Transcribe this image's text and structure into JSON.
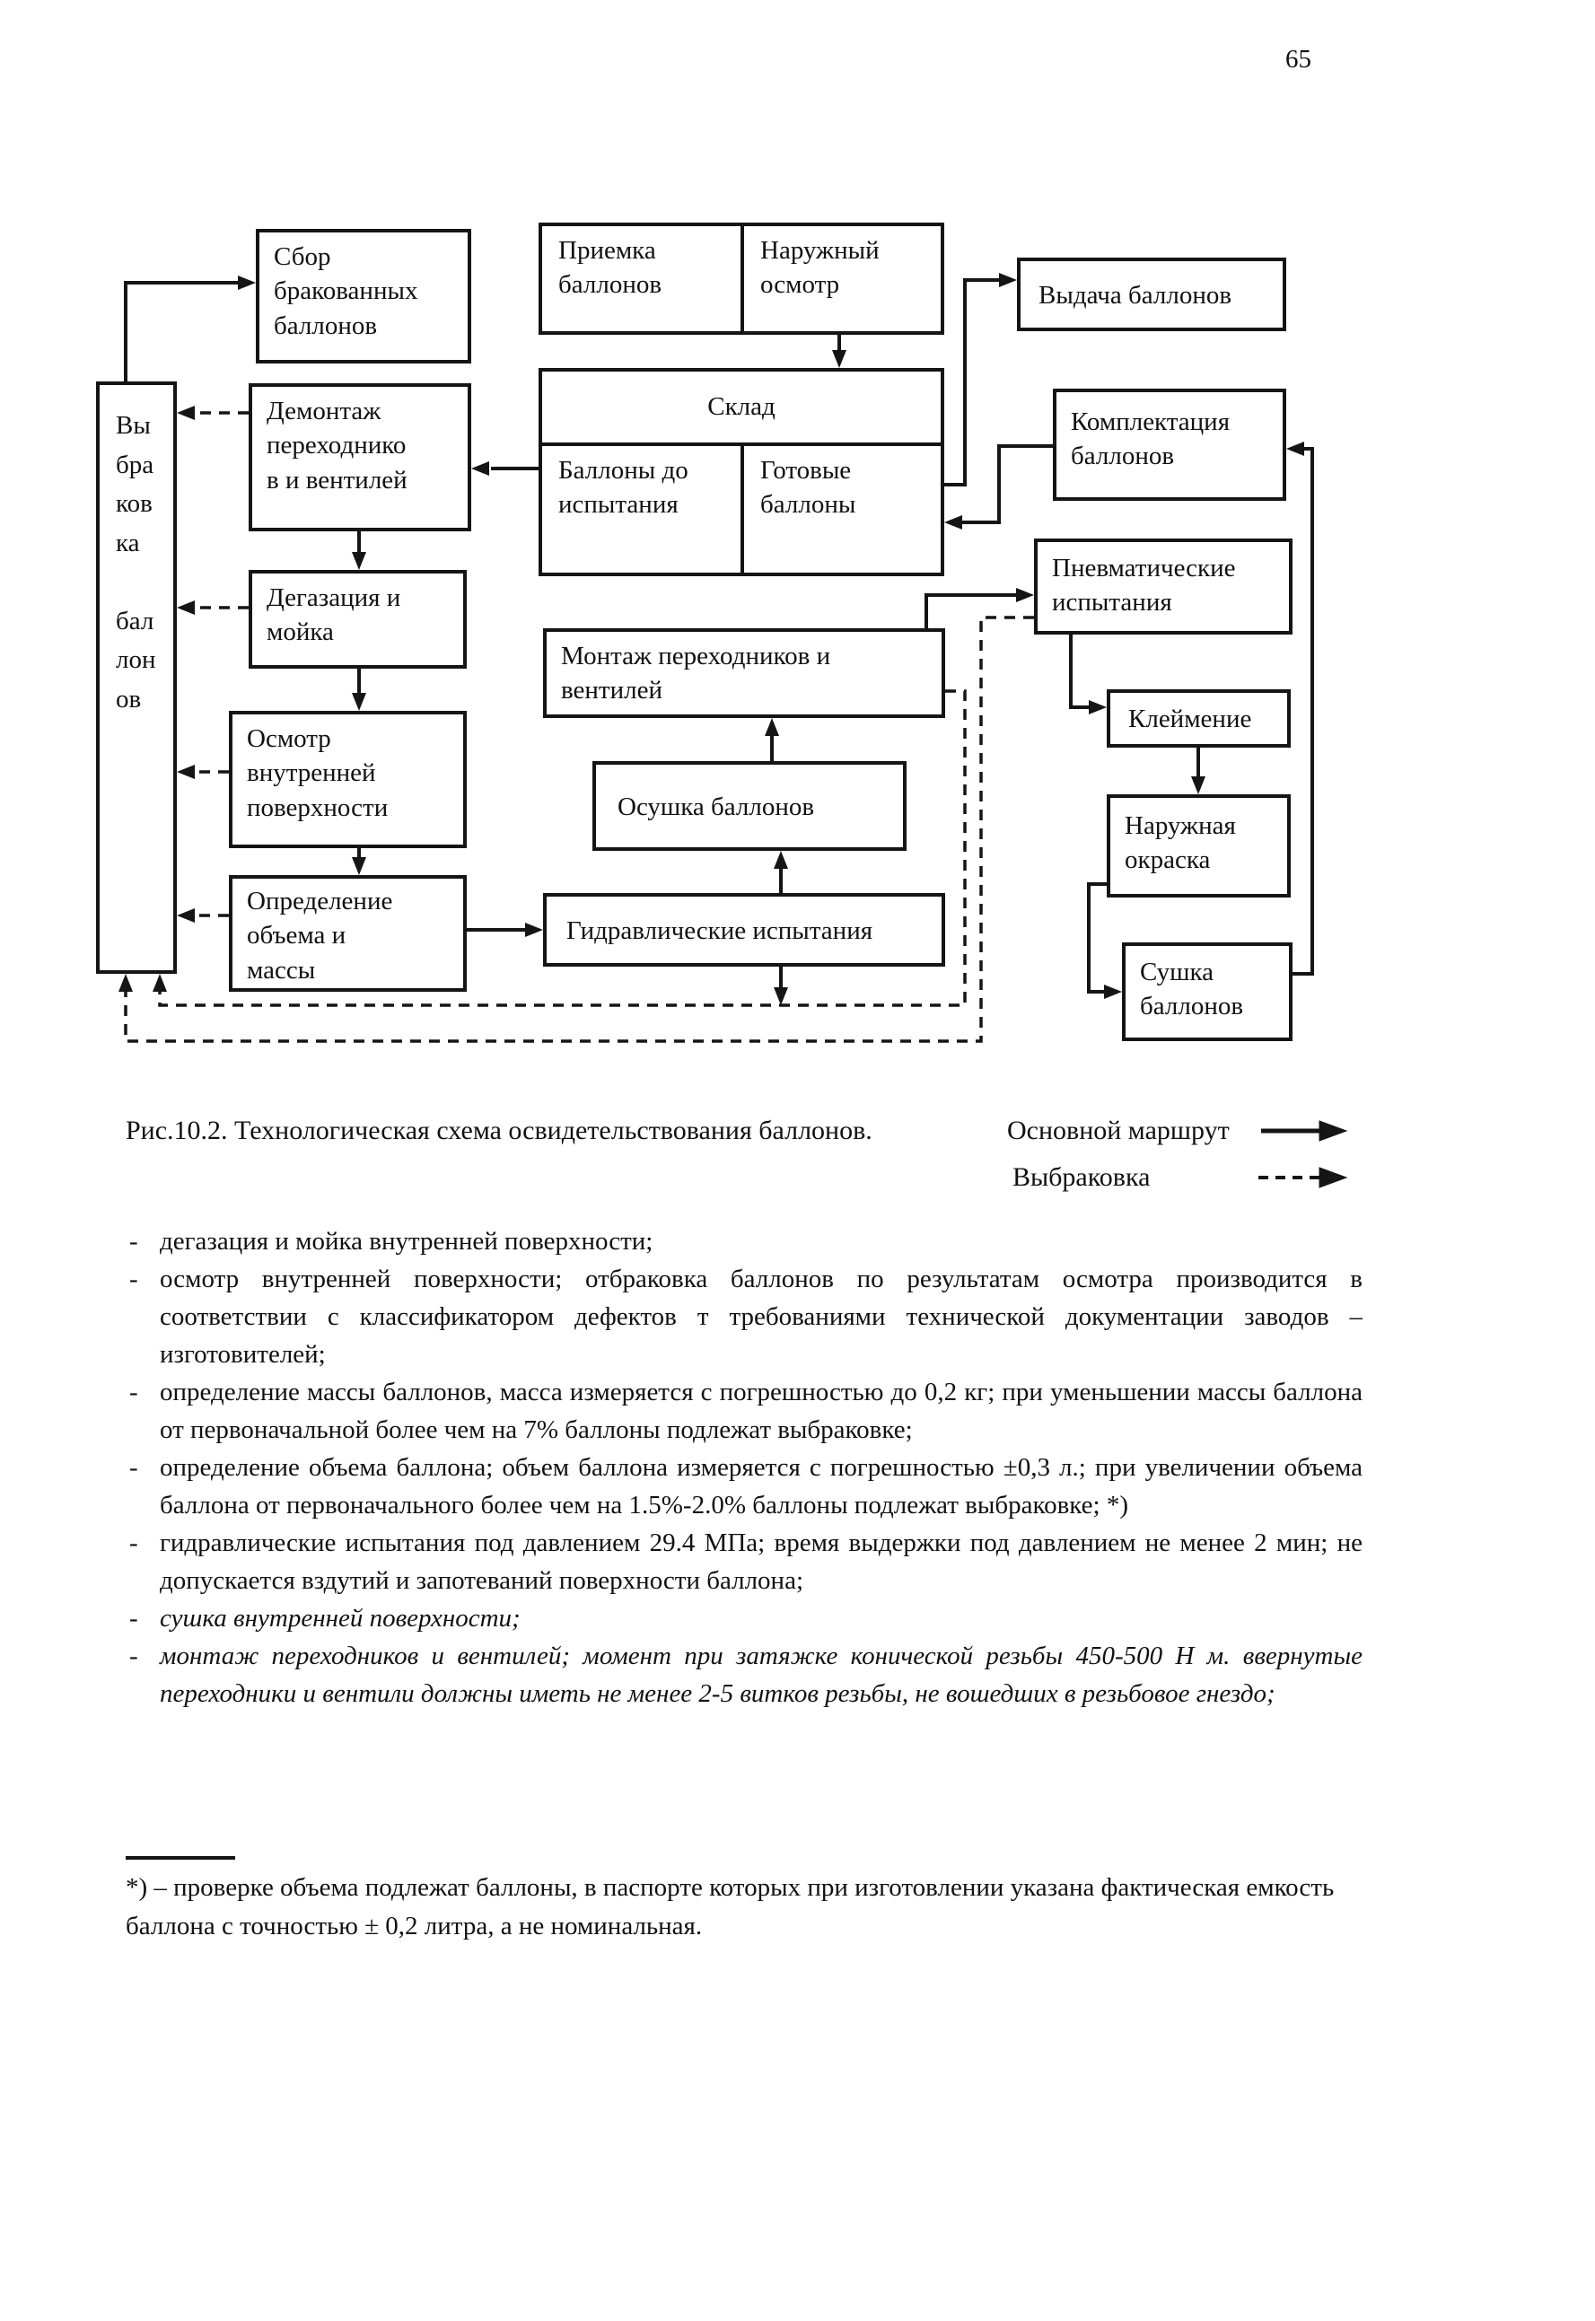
{
  "page": {
    "number": "65"
  },
  "figure": {
    "caption": "Рис.10.2. Технологическая схема освидетельствования баллонов.",
    "legend": {
      "main_route_label": "Основной маршрут",
      "reject_route_label": "Выбраковка"
    },
    "boxes": {
      "sbor": "Сбор\nбракованных\nбаллонов",
      "priemka": "Приемка\nбаллонов",
      "naruzhny_osmotr": "Наружный\nосмотр",
      "vydacha": "Выдача баллонов",
      "vybrakovka": "Вы\nбра\nков\nка\n\nбал\nлон\nов",
      "demontazh": "Демонтаж\nпереходнико\nв и вентилей",
      "sklad": "Склад",
      "sklad_do_ispytaniya": "Баллоны до\nиспытания",
      "sklad_gotovye": "Готовые\nбаллоны",
      "komplektatsiya": "Комплектация\nбаллонов",
      "degazatsiya": "Дегазация и\nмойка",
      "pnevmaticheskie": "Пневматические\nиспытания",
      "montazh": "Монтаж переходников и\nвентилей",
      "kleymenie": "Клеймение",
      "osmotr": "Осмотр\nвнутренней\nповерхности",
      "osushka": "Осушка баллонов",
      "naruzhnaya_okraska": "Наружная\nокраска",
      "opredelenie": "Определение\nобъема и\nмассы",
      "gidravlicheskie": "Гидравлические испытания",
      "sushka": "Сушка\nбаллонов"
    }
  },
  "notes": {
    "marker": "-",
    "items": [
      "дегазация и мойка внутренней поверхности;",
      "осмотр внутренней поверхности; отбраковка баллонов по результатам осмотра производится в соответствии с классификатором дефектов т требованиями технической документации заводов – изготовителей;",
      "определение массы баллонов, масса измеряется с погрешностью до 0,2 кг; при уменьшении массы баллона от первоначальной более чем на 7% баллоны подлежат выбраковке;",
      "определение объема баллона; объем баллона измеряется с погрешностью ±0,3 л.; при увеличении объема баллона от первоначального более чем на 1.5%-2.0% баллоны подлежат выбраковке; *)",
      "гидравлические испытания под давлением 29.4 МПа; время выдержки под давлением не менее 2 мин; не допускается вздутий и запотеваний поверхности баллона;",
      "сушка внутренней поверхности;",
      "монтаж переходников и вентилей; момент при затяжке конической резьбы 450-500 Н м. ввернутые переходники и вентили должны иметь не менее 2-5 витков резьбы, не вошедших в резьбовое гнездо;"
    ]
  },
  "footnote": {
    "text": "*) – проверке объема подлежат баллоны, в паспорте которых при изготовлении указана фактическая емкость баллона с точностью ± 0,2 литра, а не номинальная."
  }
}
